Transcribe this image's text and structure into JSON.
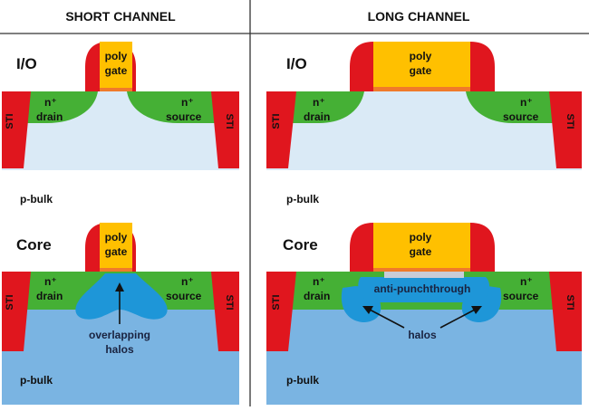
{
  "columns": {
    "left": "SHORT CHANNEL",
    "right": "LONG CHANNEL"
  },
  "rows": {
    "top": "I/O",
    "bottom": "Core"
  },
  "labels": {
    "poly": "poly",
    "gate": "gate",
    "n_plus": "n⁺",
    "drain": "drain",
    "source": "source",
    "sti": "STI",
    "p_bulk": "p-bulk",
    "overlapping": "overlapping",
    "halos": "halos",
    "anti_punchthrough": "anti-punchthrough"
  },
  "colors": {
    "gate_poly": "#ffc000",
    "spacer": "#e0161e",
    "gate_oxide": "#f07a2a",
    "n_plus": "#45b035",
    "bulk_io": "#daeaf6",
    "bulk_core": "#7ab4e2",
    "halo": "#1e96d8",
    "anti_punchthrough": "#c9ccd8"
  }
}
